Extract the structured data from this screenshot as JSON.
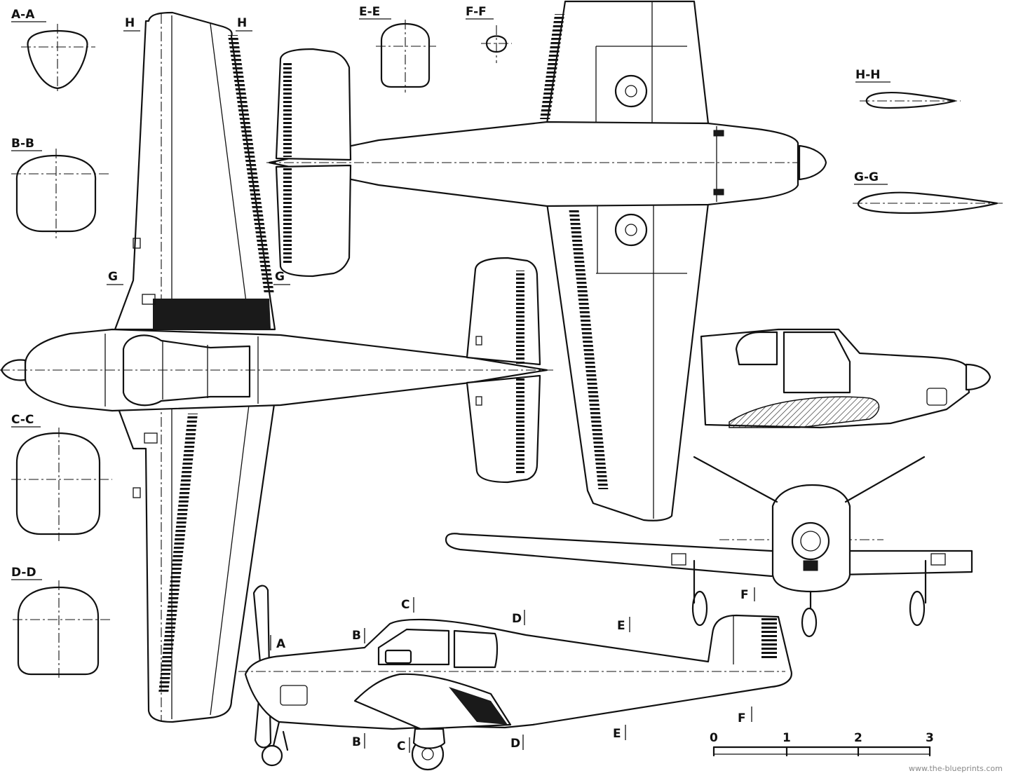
{
  "sections": {
    "aa": "A-A",
    "bb": "B-B",
    "cc": "C-C",
    "dd": "D-D",
    "ee": "E-E",
    "ff": "F-F",
    "hh": "H-H",
    "gg": "G-G"
  },
  "wing_marks": {
    "h_left": "H",
    "h_right": "H",
    "g_left": "G",
    "g_right": "G"
  },
  "side_marks": {
    "a": "A",
    "b_top": "B",
    "b_bottom": "B",
    "c_top": "C",
    "c_bottom": "C",
    "d_top": "D",
    "d_bottom": "D",
    "e_top": "E",
    "e_bottom": "E",
    "f_front": "F",
    "f_side": "F"
  },
  "scale": {
    "ticks": [
      "0",
      "1",
      "2",
      "3"
    ]
  },
  "watermark": "www.the-blueprints.com"
}
